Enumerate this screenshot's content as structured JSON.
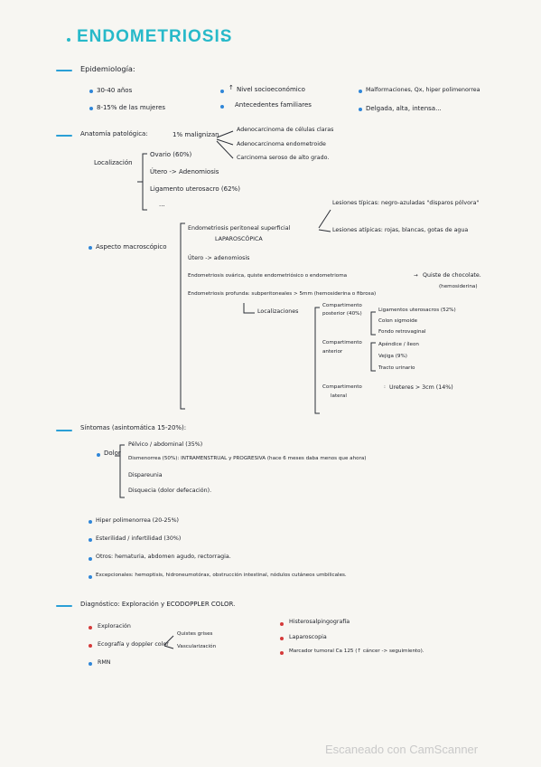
{
  "title": "ENDOMETRIOSIS",
  "epidemiologia": {
    "heading": "Epidemiología:",
    "col1": [
      "30-40 años",
      "8-15% de las mujeres"
    ],
    "col2": [
      "Nivel socioeconómico",
      "Antecedentes familiares"
    ],
    "col3": [
      "Malformaciones, Qx, hiper polimenorrea",
      "Delgada, alta, intensa..."
    ]
  },
  "anatomia": {
    "heading": "Anatomía patológica:",
    "malig": "1% malignizan",
    "tumores": [
      "Adenocarcinoma de células claras",
      "Adenocarcinoma endometroide",
      "Carcinoma seroso de alto grado."
    ],
    "localizacion_label": "Localización",
    "localizacion": [
      "Ovario (60%)",
      "Útero -> Adenomiosis",
      "Ligamento uterosacro (62%)",
      "..."
    ]
  },
  "aspecto": {
    "label": "Aspecto macroscópico",
    "peritoneal": "Endometriosis peritoneal superficial",
    "laparoscopia": "LAPAROSCÓPICA",
    "lesiones_tipicas": "Lesiones típicas: negro-azuladas \"disparos pólvora\"",
    "lesiones_atipicas": "Lesiones atípicas: rojas, blancas, gotas de agua",
    "utero": "Útero -> adenomiosis",
    "ovarica": "Endometriosis ovárica, quiste endometriósico o endometrioma",
    "quiste": "Quiste de chocolate.",
    "quiste_sub": "(hemosiderina)",
    "profunda": "Endometriosis profunda: subperitoneales > 5mm (hemosiderina o fibrosa)",
    "localizaciones": "Localizaciones",
    "posterior_label": [
      "Compartimento",
      "posterior (40%)"
    ],
    "posterior": [
      "Ligamentos uterosacros (52%)",
      "Colon sigmoide",
      "Fondo retrovaginal"
    ],
    "anterior_label": [
      "Compartimento",
      "anterior"
    ],
    "anterior": [
      "Apéndice / íleon",
      "Vejiga (9%)",
      "Tracto urinario"
    ],
    "lateral_label": [
      "Compartimento",
      "lateral"
    ],
    "lateral": "Ureteres > 3cm (14%)"
  },
  "sintomas": {
    "heading": "Síntomas (asintomática 15-20%):",
    "dolor_label": "Dolor",
    "dolor": [
      "Pélvico / abdominal (35%)",
      "Dismenorrea (50%): INTRAMENSTRUAL y PROGRESIVA (hace 6 meses daba menos que ahora)",
      "Dispareunia",
      "Disquecia (dolor defecación)."
    ],
    "otros": [
      "Hiper polimenorrea (20-25%)",
      "Esterilidad / infertilidad (30%)",
      "Otros: hematuria, abdomen agudo, rectorragia.",
      "Excepcionales: hemoptisis, hidroneumotórax, obstrucción intestinal, nódulos cutáneos umbilicales."
    ]
  },
  "diagnostico": {
    "heading": "Diagnóstico: Exploración y ECODOPPLER COLOR.",
    "col1": [
      "Exploración",
      "Ecografía y doppler color",
      "RMN"
    ],
    "quiste_arrow": "Quistes grises",
    "vascularizacion": "Vascularización",
    "col2": [
      "Histerosalpingografía",
      "Laparoscopia",
      "Marcador tumoral Ca 125 (↑ cáncer -> seguimiento)."
    ]
  },
  "watermark": "Escaneado con CamScanner",
  "colors": {
    "title": "#27b9c9",
    "dash": "#2a9fd6",
    "bullet_blue": "#2f86d8",
    "bullet_red": "#d53a3a"
  }
}
